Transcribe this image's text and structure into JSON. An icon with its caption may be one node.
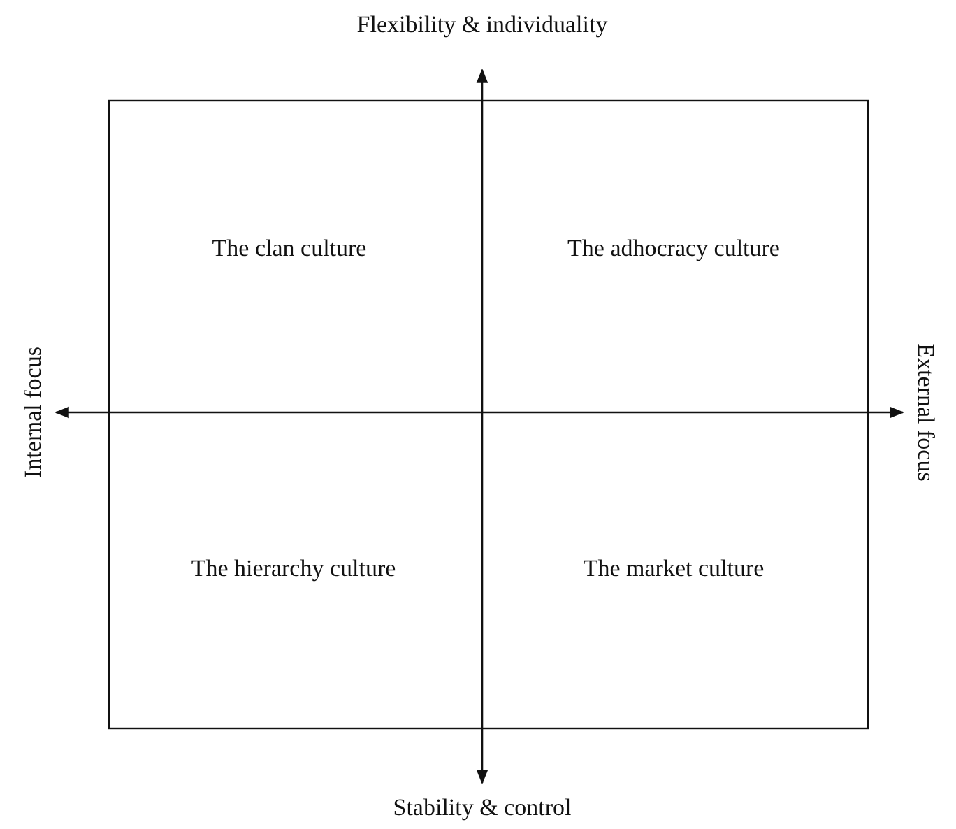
{
  "diagram": {
    "labels": [
      "Flexibility & individuality",
      "The clan culture",
      "The adhocracy culture",
      "Internal focus",
      "External focus",
      "The hierarchy culture",
      "The market culture",
      "Stability & control"
    ]
  }
}
